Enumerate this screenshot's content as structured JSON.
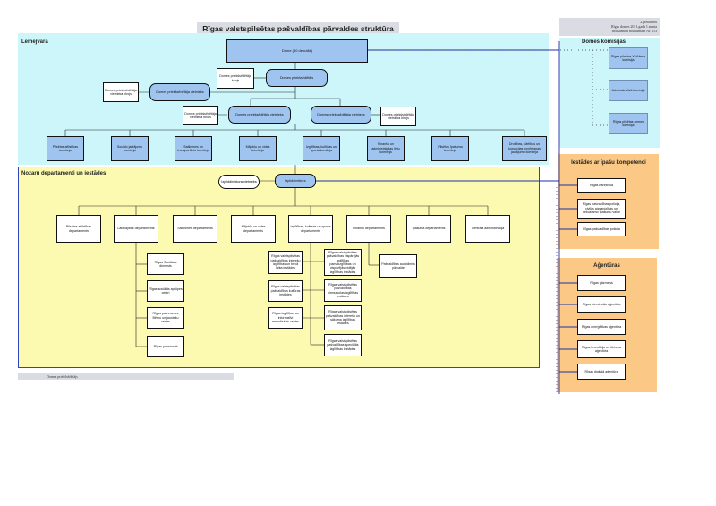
{
  "title": "Rīgas valstspilsētas pašvaldības pārvaldes struktūra",
  "note": [
    "2.pielikums",
    "Rīgas domes 2011.gada 1.marta",
    "nolikumam nolikumam Nr. 113"
  ],
  "sections": {
    "lemejvara": "Lēmējvara",
    "domes_komisijas": "Domes komisijas",
    "nozaru": "Nozaru departamenti un iestādes",
    "iestades": "Iestādes ar īpašu kompetenci",
    "agenturas": "Aģentūras"
  },
  "dome": "Dome (60 deputāti)",
  "priekssedetajs": "Domes priekšsēdētājs",
  "birojs": "Domes priekšsēdētāja birojs",
  "vietnieks_left": "Domes priekšsēdētāja vietnieks",
  "vietnieks_birojs_left": "Domes priekšsēdētāja vietnieka birojs",
  "vietnieks_center": "Domes priekšsēdētāja vietnieks",
  "vietnieks_birojs_center": "Domes priekšsēdētāja vietnieka birojs",
  "vietnieks_right": "Domes priekšsēdētāja vietnieks",
  "vietnieks_birojs_right": "Domes priekšsēdētāja vietnieka birojs",
  "komitejas": [
    "Pilsētas attīstības komiteja",
    "Sociālo jautājumu komiteja",
    "Satiksmes un transportlietu komiteja",
    "Mājokļu un vides komiteja",
    "Izglītības, kultūras un sporta komiteja",
    "Finanšu un administrācijas lietu komiteja",
    "Pilsētas īpašuma komiteja",
    "Drošības, kārtības un korupcijas novēršanas jautājumu komiteja"
  ],
  "komisijas": [
    "Rīgas pilsētas Vēlēšanu komisija",
    "Administratīvā komisija",
    "Rīgas pilsētas zemes komisija"
  ],
  "izpilddirektors": "Izpilddirektors",
  "izpild_vietnieks": "Izpilddirektora vietnieks",
  "departamenti": [
    "Pilsētas attīstības departaments",
    "Labklājības departaments",
    "Satiksmes departaments",
    "Mājokļu un vides departaments",
    "Izglītības, kultūras un sporta departaments",
    "Finanšu departaments",
    "Īpašuma departaments",
    "Centrālā administrācija"
  ],
  "labklajibas": [
    "Rīgas Sociālais dienests",
    "Rīgas sociālās aprūpes centri",
    "Rīgas patversmes Bērnu un jauniešu centrs",
    "Rīgas pansionāti"
  ],
  "izglitibas_left": [
    "Rīgas valstspilsētas pašvaldības interešu izglītības un brīvā laika iestādes",
    "Rīgas valstspilsētas pašvaldības kultūras iestādes",
    "Rīgas Izglītības un informatīvi metodiskais centrs"
  ],
  "izglitibas_right": [
    "Rīgas valstspilsētas pašvaldības vispārējās izglītības pamatizglītības un vispārējās vidējās izglītības iestādes",
    "Rīgas valstspilsētas pašvaldības pirmsskolas izglītības iestādes",
    "Rīgas valstspilsētas pašvaldības interešu un sākuma izglītības iestādes",
    "Rīgas valstspilsētas pašvaldības speciālās izglītības iestādes"
  ],
  "finansu_sub": "Pašvaldības audiolimits pārvalde",
  "iestades_items": [
    "Rīgas bāriņtiesa",
    "Rīgas pašvaldības policija, civilās aizsardzības un nekustamo īpašumu valde",
    "Rīgas pašvaldības policija"
  ],
  "agenturas_items": [
    "Rīgas gāzmeņa",
    "Rīgas pieminekļu aģentūra",
    "Rīgas enerģētikas aģentūra",
    "Rīgas investīciju un tūrisma aģentūra",
    "Rīgas digitālā aģentūra"
  ],
  "footer": "Domes priekšsēdētājs"
}
